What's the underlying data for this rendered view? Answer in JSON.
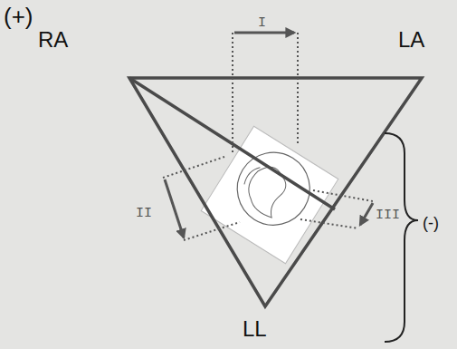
{
  "diagram": {
    "labels": [
      "(+)",
      "RA",
      "LA",
      "I",
      "II",
      "III",
      "(-)",
      "LL"
    ]
  }
}
